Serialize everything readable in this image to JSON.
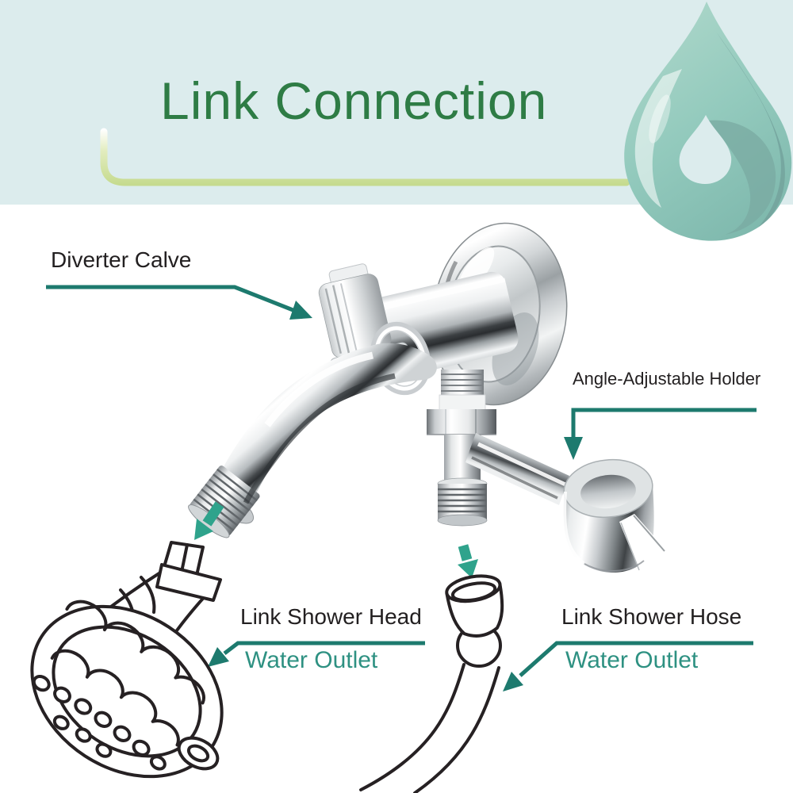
{
  "banner": {
    "title": "Link Connection",
    "title_color": "#2e7c45",
    "background_color": "#dceced",
    "underline_color": "#c6db8f",
    "drop_color": "#8fc8bb",
    "drop_accent_color": "#74a49d"
  },
  "annotations": {
    "diverter": {
      "label": "Diverter Calve"
    },
    "holder": {
      "label": "Angle-Adjustable Holder"
    },
    "shower_head": {
      "label": "Link Shower Head",
      "sublabel": "Water Outlet"
    },
    "shower_hose": {
      "label": "Link Shower Hose",
      "sublabel": "Water Outlet"
    }
  },
  "colors": {
    "label_text": "#232021",
    "outlet_text": "#2e9182",
    "arrow": "#1d7a6e",
    "flow_arrow": "#2fa38c",
    "line_drawing": "#262123"
  }
}
